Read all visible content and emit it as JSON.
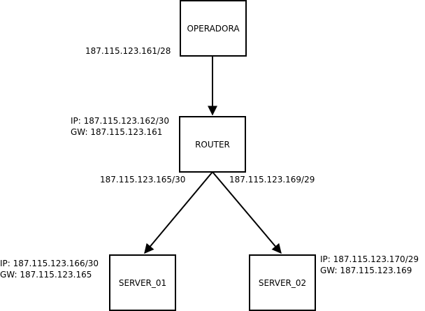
{
  "nodes": {
    "operadora": "OPERADORA",
    "router": "ROUTER",
    "server_01": "SERVER_01",
    "server_02": "SERVER_02"
  },
  "labels": {
    "operadora_link": "187.115.123.161/28",
    "router_ip": "IP: 187.115.123.162/30",
    "router_gw": "GW: 187.115.123.161",
    "router_left_link": "187.115.123.165/30",
    "router_right_link": "187.115.123.169/29",
    "server_01_ip": "IP: 187.115.123.166/30",
    "server_01_gw": "GW: 187.115.123.165",
    "server_02_ip": "IP: 187.115.123.170/29",
    "server_02_gw": "GW: 187.115.123.169"
  }
}
